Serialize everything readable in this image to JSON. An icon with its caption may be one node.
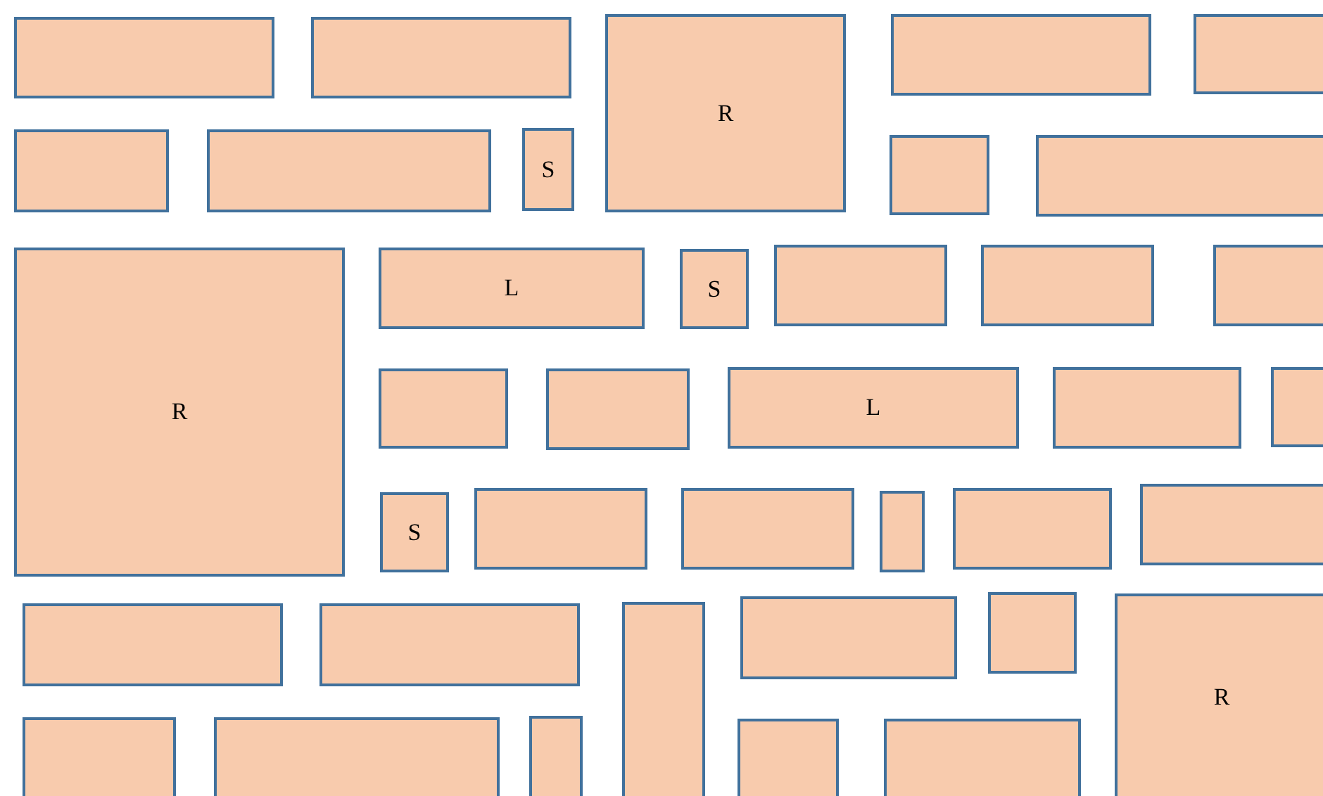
{
  "diagram": {
    "nodes": [
      {
        "text": [],
        "shape": "box"
      },
      {
        "text": [],
        "shape": "box"
      },
      {
        "text": [
          "R"
        ]
      },
      {
        "text": [],
        "shape": "box"
      },
      {
        "text": [],
        "shape": "box"
      },
      {
        "text": [],
        "shape": "box"
      },
      {
        "text": [],
        "shape": "box"
      },
      {
        "text": [
          "S"
        ]
      },
      {
        "text": [],
        "shape": "box"
      },
      {
        "text": [],
        "shape": "box"
      },
      {
        "text": [
          "R"
        ]
      },
      {
        "text": [
          "L"
        ]
      },
      {
        "text": [
          "S"
        ]
      },
      {
        "text": [],
        "shape": "box"
      },
      {
        "text": [],
        "shape": "box"
      },
      {
        "text": [],
        "shape": "box"
      },
      {
        "text": [],
        "shape": "box"
      },
      {
        "text": [],
        "shape": "box"
      },
      {
        "text": [
          "L"
        ]
      },
      {
        "text": [],
        "shape": "box"
      },
      {
        "text": [],
        "shape": "box"
      },
      {
        "text": [
          "S"
        ]
      },
      {
        "text": [],
        "shape": "box"
      },
      {
        "text": [],
        "shape": "box"
      },
      {
        "text": [],
        "shape": "box"
      },
      {
        "text": [],
        "shape": "box"
      },
      {
        "text": [],
        "shape": "box"
      },
      {
        "text": [],
        "shape": "box"
      },
      {
        "text": [],
        "shape": "box"
      },
      {
        "text": [],
        "shape": "box"
      },
      {
        "text": [],
        "shape": "box"
      },
      {
        "text": [],
        "shape": "box"
      },
      {
        "text": [
          "R"
        ]
      },
      {
        "text": [],
        "shape": "box"
      },
      {
        "text": [],
        "shape": "box"
      },
      {
        "text": [],
        "shape": "box"
      },
      {
        "text": [],
        "shape": "box"
      },
      {
        "text": [],
        "shape": "box"
      }
    ]
  }
}
